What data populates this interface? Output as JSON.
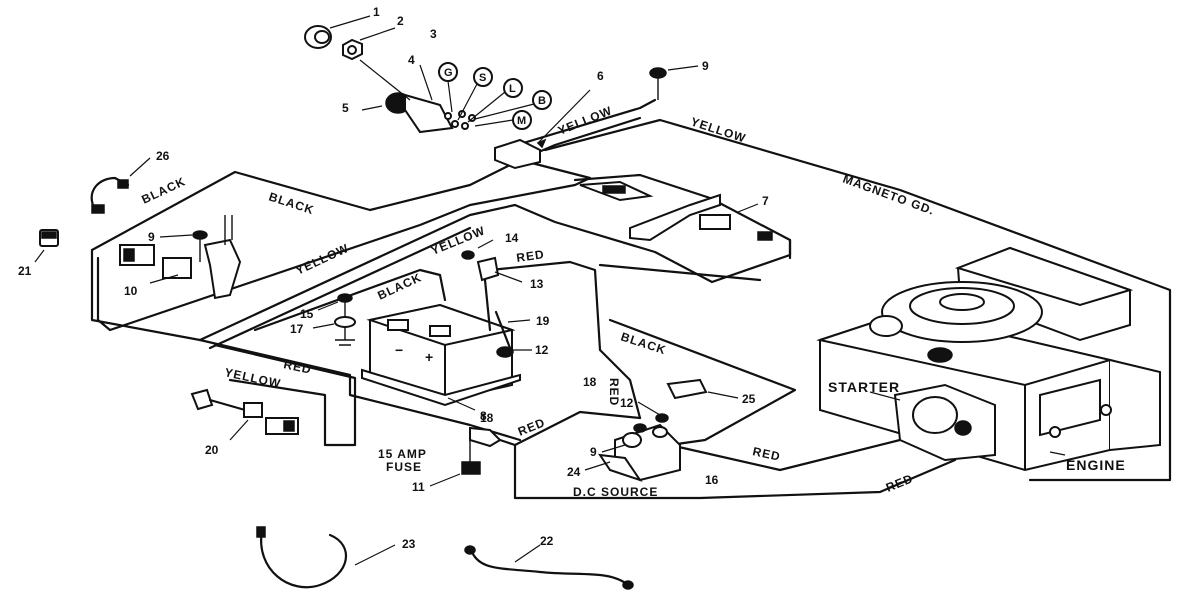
{
  "part_numbers": {
    "n1": "1",
    "n2": "2",
    "n3": "3",
    "n4": "4",
    "n5": "5",
    "n6": "6",
    "n7": "7",
    "n8": "8",
    "n9a": "9",
    "n9b": "9",
    "n9c": "9",
    "n10": "10",
    "n11": "11",
    "n12a": "12",
    "n12b": "12",
    "n13": "13",
    "n14": "14",
    "n15": "15",
    "n16": "16",
    "n17": "17",
    "n18a": "18",
    "n18b": "18",
    "n19": "19",
    "n20": "20",
    "n21": "21",
    "n22": "22",
    "n23": "23",
    "n24": "24",
    "n25": "25",
    "n26": "26"
  },
  "terminals": {
    "g": "G",
    "s": "S",
    "l": "L",
    "b": "B",
    "m": "M"
  },
  "wire_labels": {
    "yellow_1": "YELLOW",
    "yellow_2": "YELLOW",
    "yellow_3": "YELLOW",
    "yellow_4": "YELLOW",
    "yellow_5": "YELLOW",
    "black_1": "BLACK",
    "black_2": "BLACK",
    "black_3": "BLACK",
    "black_4": "BLACK",
    "red_1": "RED",
    "red_2": "RED",
    "red_3": "RED",
    "red_4": "RED",
    "red_5": "RED",
    "red_6": "RED",
    "magneto": "MAGNETO GD."
  },
  "component_labels": {
    "starter": "STARTER",
    "engine": "ENGINE",
    "fuse_line1": "15 AMP",
    "fuse_line2": "FUSE",
    "dc_source": "D.C SOURCE",
    "battery_minus": "−",
    "battery_plus": "+"
  }
}
